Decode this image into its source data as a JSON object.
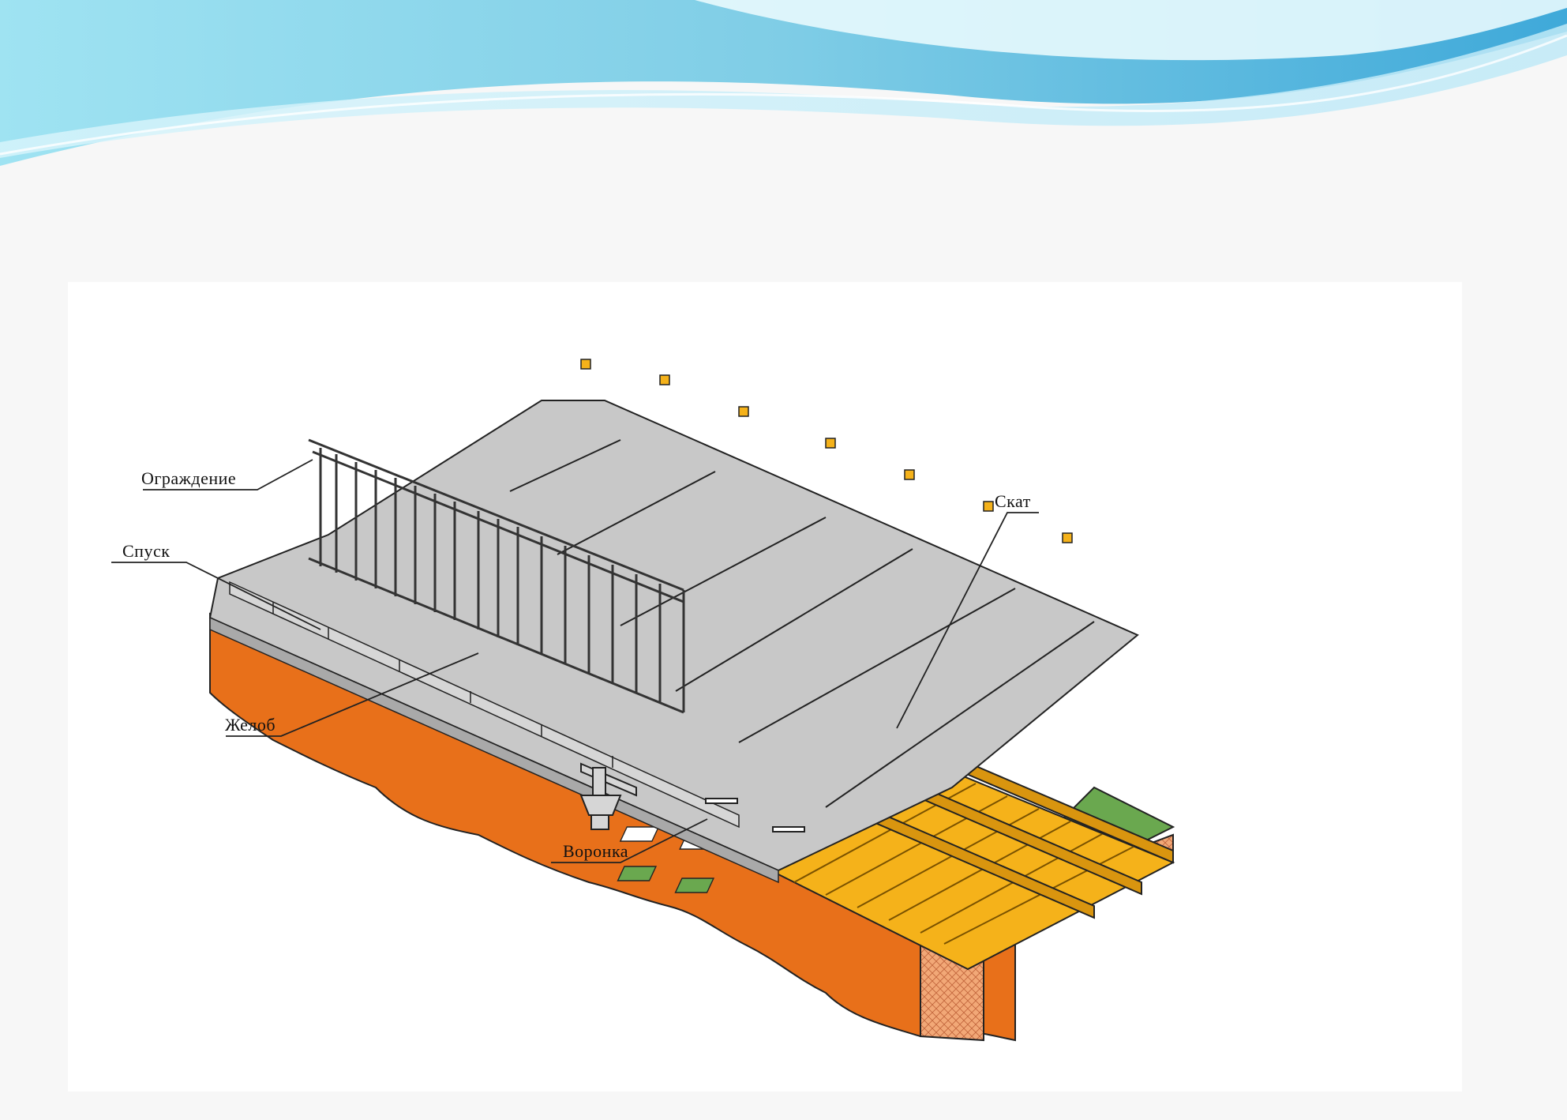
{
  "diagram": {
    "labels": {
      "railing": "Ограждение",
      "descent": "Спуск",
      "slope": "Скат",
      "gutter": "Желоб",
      "funnel": "Воронка"
    }
  },
  "colors": {
    "slide_background": "#f7f7f7",
    "wave_light": "#c8eef8",
    "wave_mid": "#8fd8ee",
    "wave_deep": "#3aa8d8",
    "roof_deck": "#c8c8c8",
    "roof_edge": "#a9a9a9",
    "soil": "#e8701a",
    "timber": "#f5b21a",
    "timber_dark": "#d9950f",
    "grass": "#6aa84f",
    "brick": "#f2a877",
    "outline": "#222222"
  }
}
